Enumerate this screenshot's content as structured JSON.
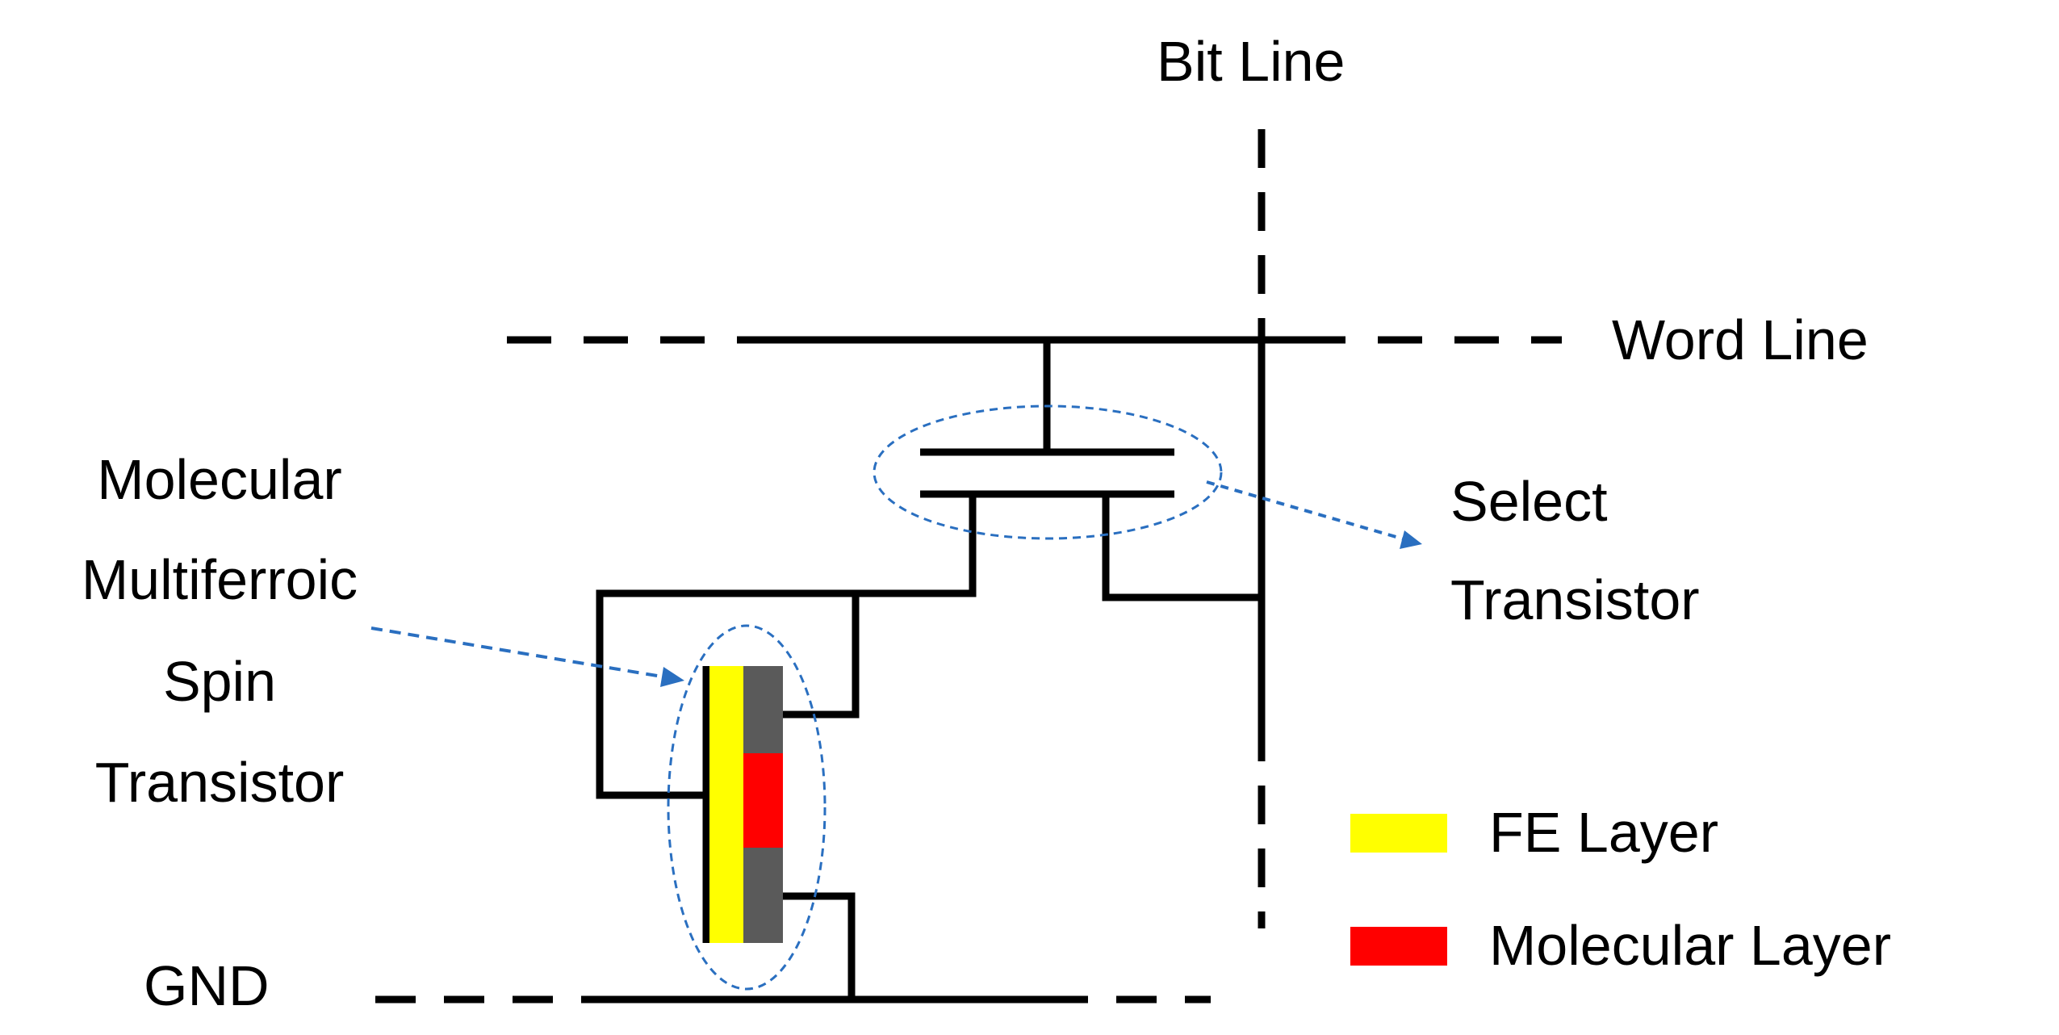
{
  "labels": {
    "bit_line": "Bit Line",
    "word_line": "Word Line",
    "gnd": "GND",
    "select_transistor": [
      "Select",
      "Transistor"
    ],
    "mmst": [
      "Molecular",
      "Multiferroic",
      "Spin",
      "Transistor"
    ]
  },
  "legend": [
    {
      "label": "FE Layer",
      "color": "#ffff00"
    },
    {
      "label": "Molecular Layer",
      "color": "#ff0000"
    }
  ],
  "colors": {
    "wire": "#000000",
    "callout": "#2a6fc0",
    "fe_layer": "#ffff00",
    "molecular_layer": "#ff0000",
    "electrode": "#5a5a5a"
  }
}
